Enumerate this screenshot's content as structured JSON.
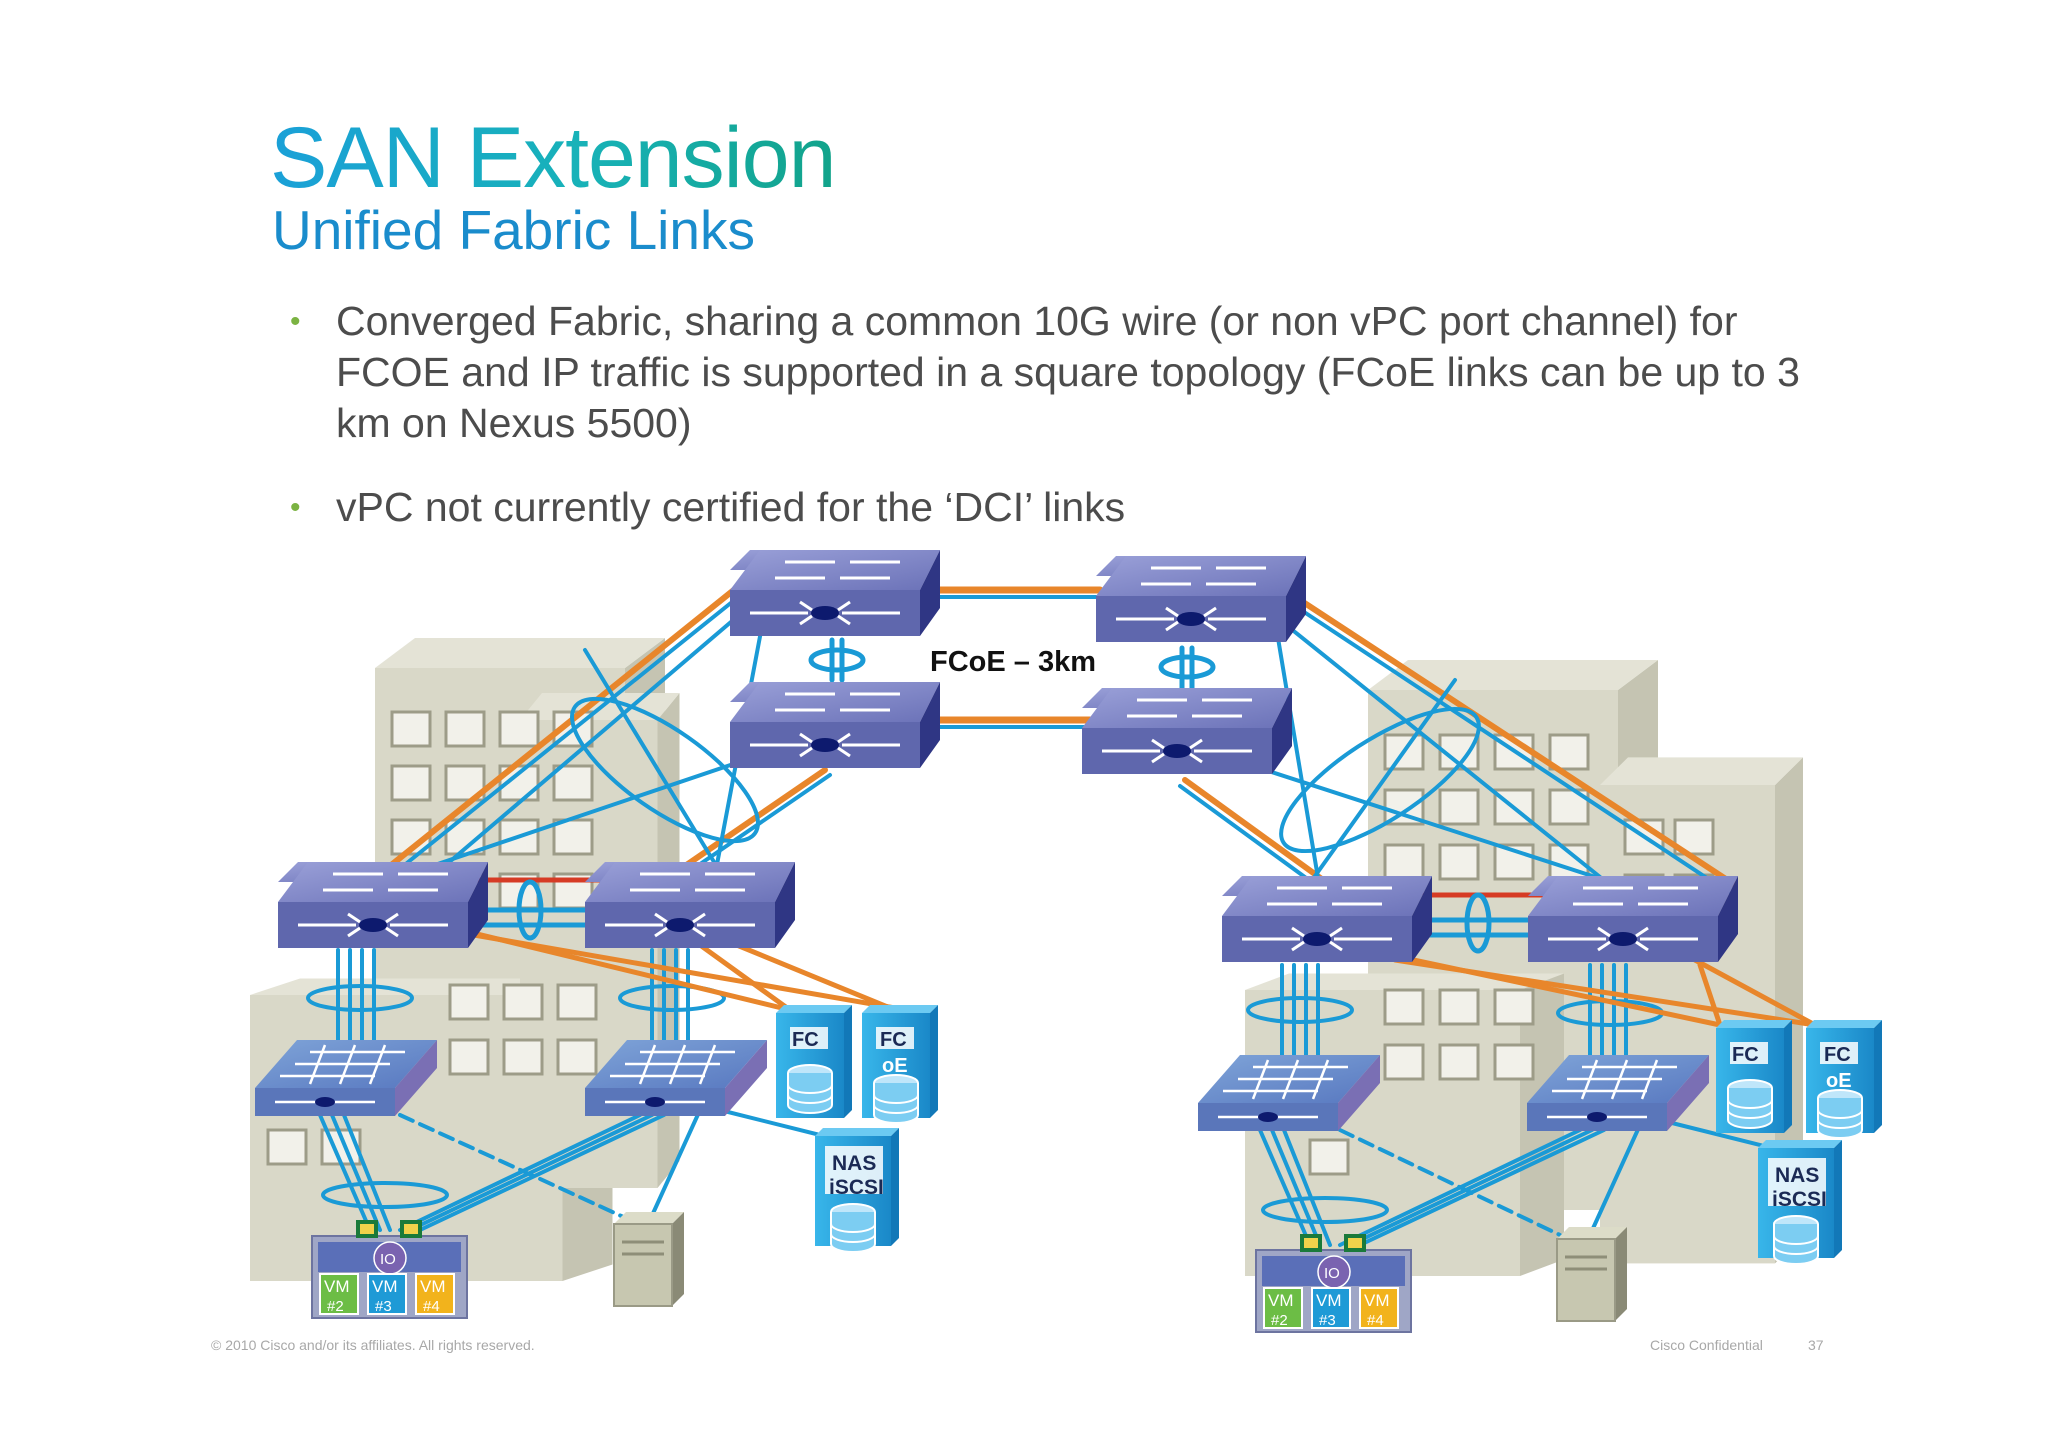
{
  "slide": {
    "title": "SAN Extension",
    "subtitle": "Unified Fabric Links",
    "bullets": [
      "Converged Fabric, sharing a common 10G wire (or non vPC port channel) for FCOE and IP traffic is supported in a square topology (FCoE links can be up to 3 km on Nexus 5500)",
      "vPC not currently certified for the ‘DCI’ links"
    ],
    "bullet_glyph": "•"
  },
  "diagram": {
    "link_label": "FCoE – 3km",
    "storage": {
      "fc": "FC",
      "fcoe_top": "FC",
      "fcoe_bottom": "oE",
      "nas_top": "NAS",
      "nas_bottom": "iSCSI"
    },
    "server": {
      "io_label": "IO",
      "vms": [
        {
          "top": "VM",
          "bottom": "#2",
          "color": "#6cbd45"
        },
        {
          "top": "VM",
          "bottom": "#3",
          "color": "#1e9ad6"
        },
        {
          "top": "VM",
          "bottom": "#4",
          "color": "#f2b31c"
        }
      ]
    },
    "colors": {
      "fcoe_link": "#e8862b",
      "ethernet_link": "#1a9ad6",
      "vpc_peer_link": "#d63b25",
      "switch": "#5b63a8",
      "storage": "#1e9ad6",
      "building": "#d7d6c5"
    }
  },
  "footer": {
    "copyright": "© 2010 Cisco and/or its affiliates. All rights reserved.",
    "classification": "Cisco Confidential",
    "page": "37"
  }
}
